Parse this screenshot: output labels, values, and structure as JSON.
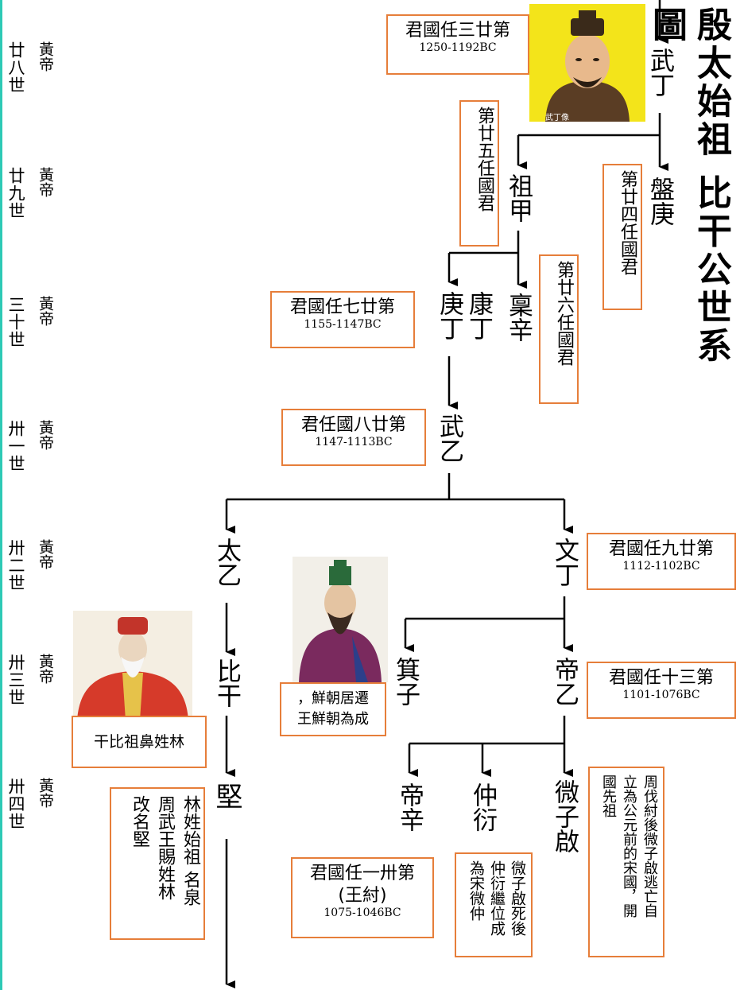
{
  "title": "殷太始祖 比干公世系圖",
  "generations": [
    {
      "name": "廿八世",
      "emperor": "黃帝"
    },
    {
      "name": "廿九世",
      "emperor": "黃帝"
    },
    {
      "name": "三十世",
      "emperor": "黃帝"
    },
    {
      "name": "卅一世",
      "emperor": "黃帝"
    },
    {
      "name": "卅二世",
      "emperor": "黃帝"
    },
    {
      "name": "卅三世",
      "emperor": "黃帝"
    },
    {
      "name": "卅四世",
      "emperor": "黃帝"
    }
  ],
  "people": {
    "wuding": "武丁",
    "zujia": "祖甲",
    "pangeng": "盤庚",
    "gengding": "庚丁",
    "kangding": "康丁",
    "linxin": "稟辛",
    "wuyi": "武乙",
    "taiyi": "太乙",
    "wending": "文丁",
    "bigan": "比干",
    "jizi": "箕子",
    "diyi": "帝乙",
    "jian": "堅",
    "dixin": "帝辛",
    "zhongyan": "仲衍",
    "weiziqi": "微子啟"
  },
  "boxes": {
    "wuding_rank": "君國任三廿第",
    "wuding_years": "1250-1192BC",
    "zujia_rank": "第廿五任國君",
    "pangeng_rank": "第廿四任國君",
    "linxin_rank": "第廿六任國君",
    "gengding_rank": "君國任七廿第",
    "gengding_years": "1155-1147BC",
    "wuyi_rank": "君任國八廿第",
    "wuyi_years": "1147-1113BC",
    "wending_rank": "君國任九廿第",
    "wending_years": "1112-1102BC",
    "diyi_rank": "君國任十三第",
    "diyi_years": "1101-1076BC",
    "dixin_rank": "君國任一卅第",
    "dixin_note": "(王紂)",
    "dixin_years": "1075-1046BC",
    "jizi_note_1": "，鮮朝居遷",
    "jizi_note_2": "王鮮朝為成",
    "bigan_note": "干比祖鼻姓林",
    "jian_note": [
      "林姓始祖 名泉",
      "周武王賜姓林",
      "改名堅"
    ],
    "zhongyan_note": [
      "微子啟死後",
      "仲衍繼位成",
      "為宋微仲"
    ],
    "weiziqi_note": [
      "周伐紂後微子啟逃亡自",
      "立為公元前的宋國，開",
      "國先祖"
    ]
  },
  "portrait_captions": {
    "wuding": "武丁像"
  },
  "colors": {
    "box_border": "#e67e3a",
    "left_bar": "#2ec9b5",
    "line": "#000000"
  }
}
